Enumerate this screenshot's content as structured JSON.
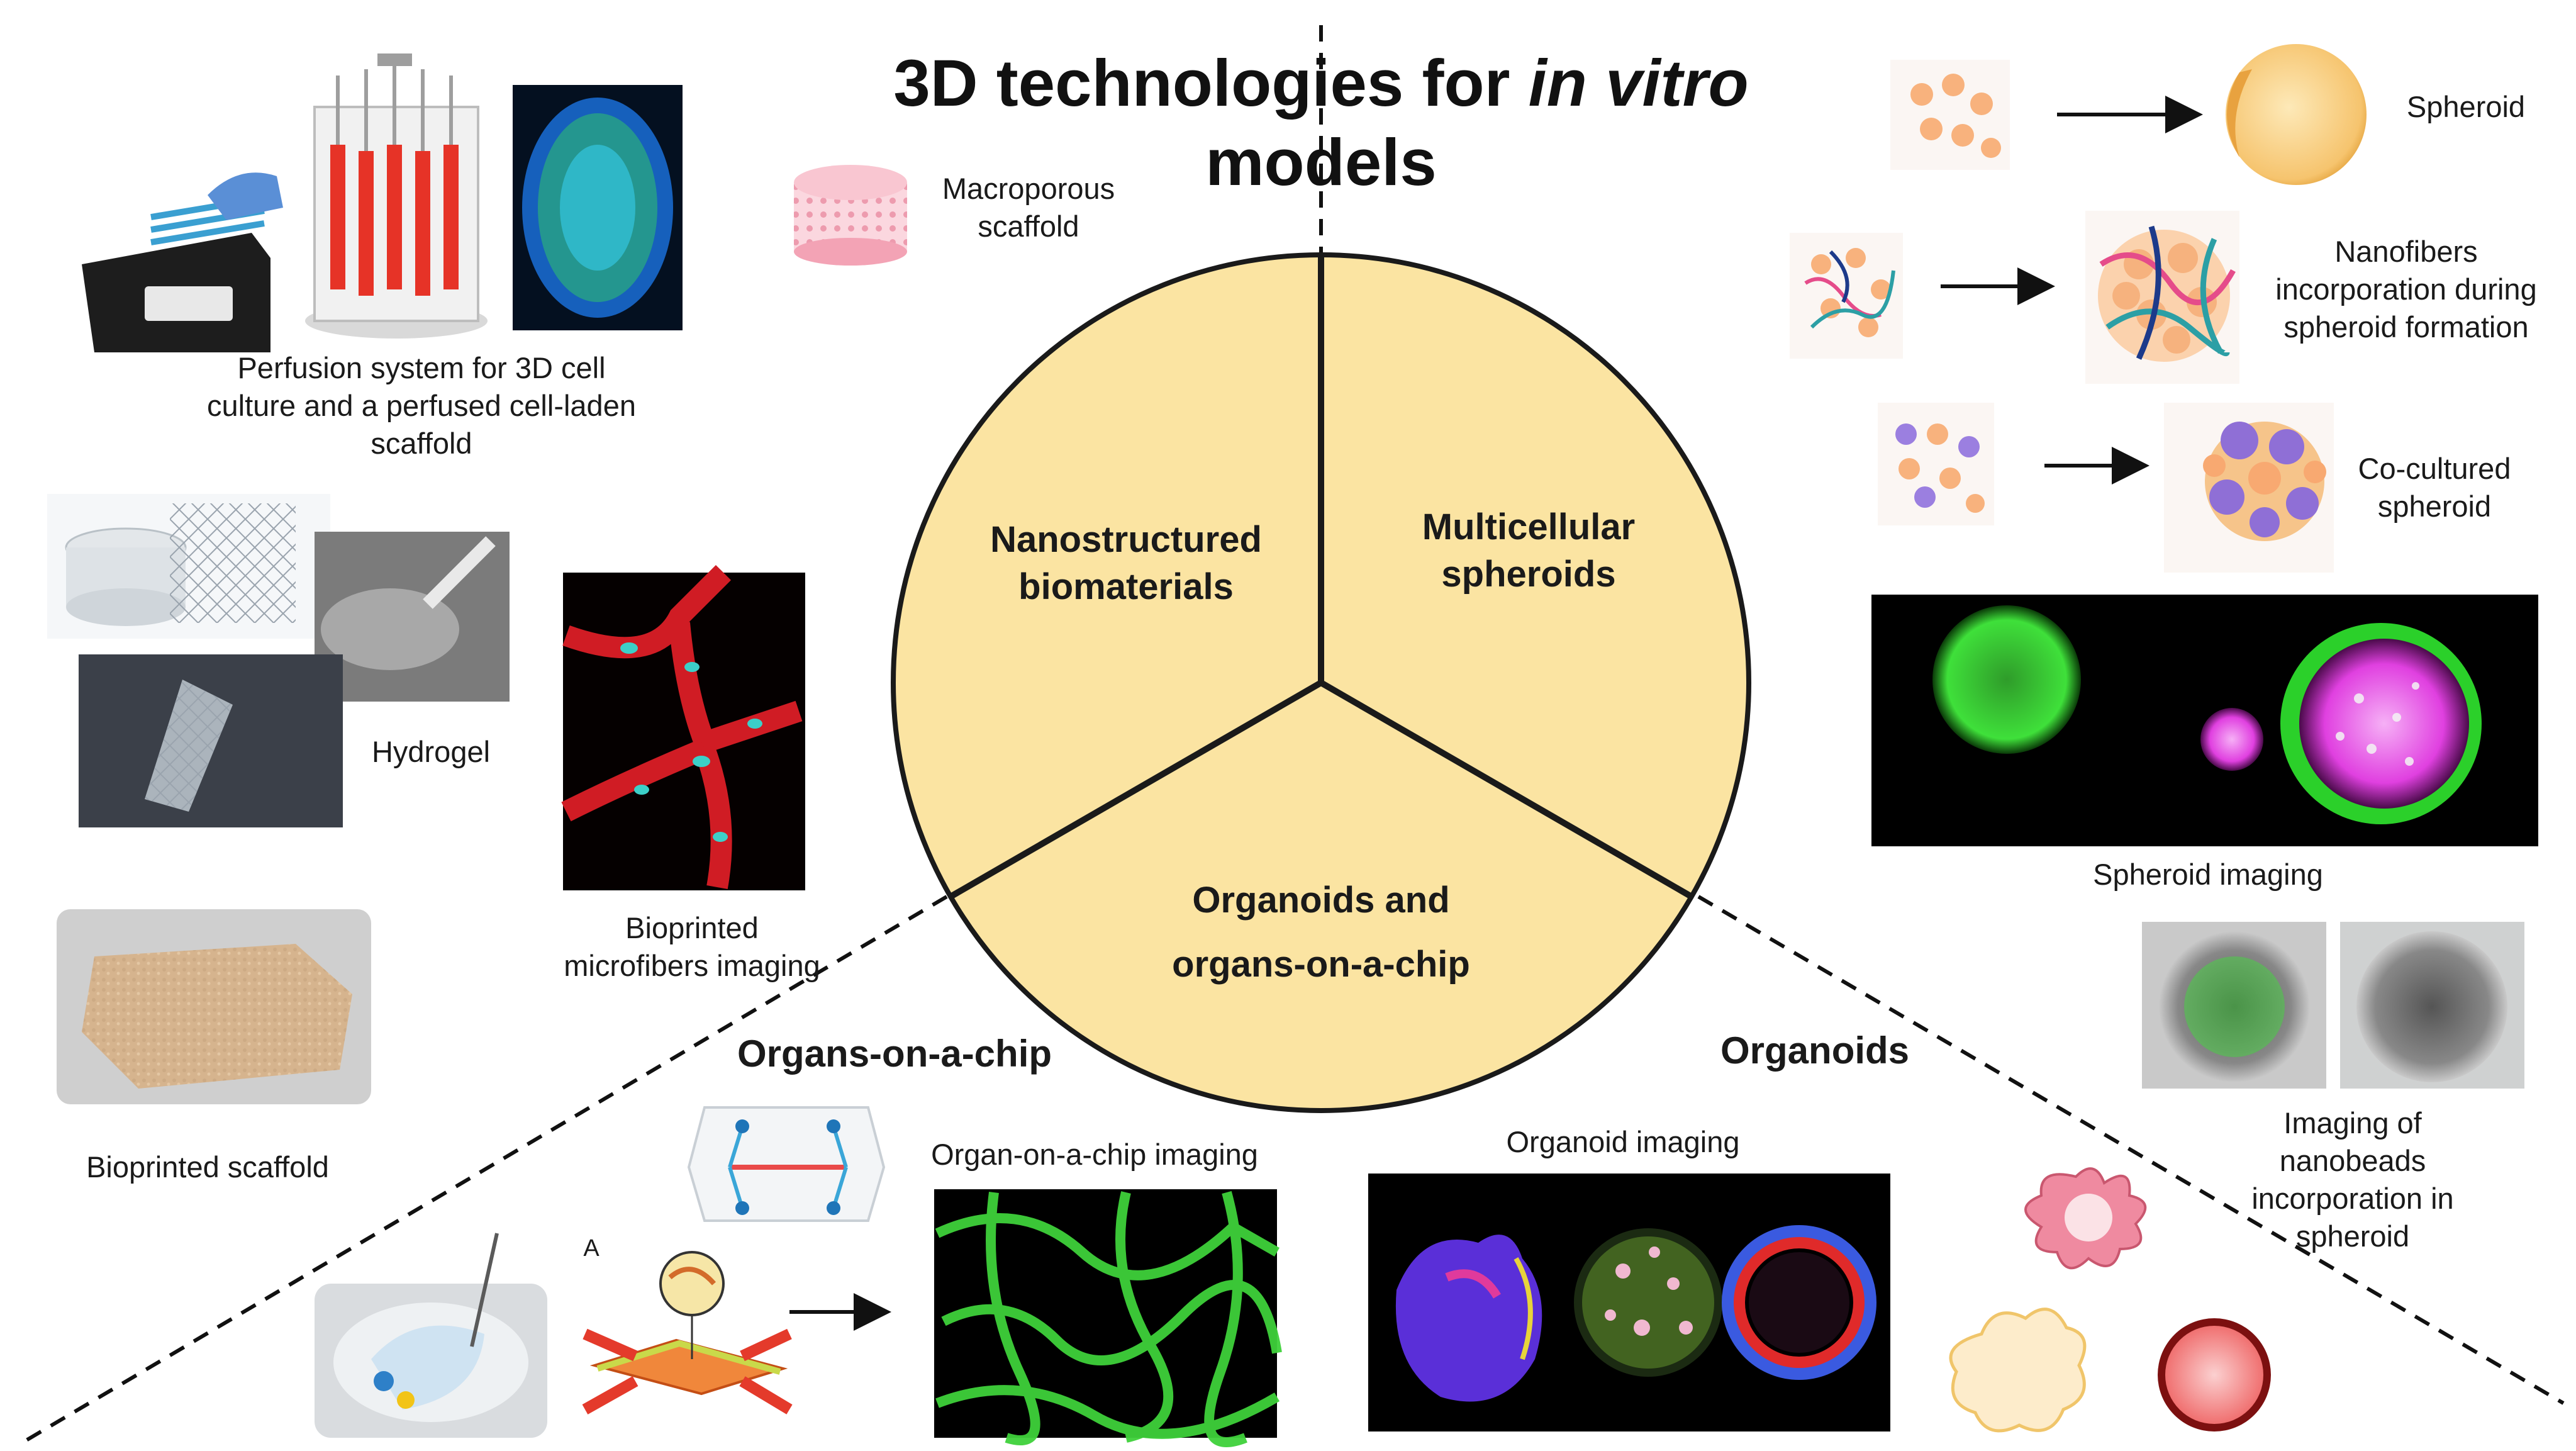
{
  "title": {
    "prefix": "3D technologies for ",
    "italic": "in vitro",
    "suffix": " models"
  },
  "segments": {
    "nano": "Nanostructured\nbiomaterials",
    "multi": "Multicellular\nspheroids",
    "organ": "Organoids and\norgans-on-a-chip"
  },
  "sections": {
    "organs_on_chip": "Organs-on-a-chip",
    "organoids": "Organoids"
  },
  "labels": {
    "macroporous": "Macroporous\nscaffold",
    "perfusion": "Perfusion system for 3D cell\nculture and a perfused cell-laden\nscaffold",
    "hydrogel": "Hydrogel",
    "bioprinted_microfibers": "Bioprinted\nmicrofibers imaging",
    "bioprinted_scaffold": "Bioprinted scaffold",
    "organ_chip_imaging": "Organ-on-a-chip imaging",
    "chip_panel_letter": "A",
    "organoid_imaging": "Organoid imaging",
    "spheroid": "Spheroid",
    "nanofibers": "Nanofibers\nincorporation during\nspheroid formation",
    "cocultured": "Co-cultured\nspheroid",
    "spheroid_imaging": "Spheroid imaging",
    "nanobeads": "Imaging of\nnanobeads\nincorporation in\nspheroid"
  },
  "colors": {
    "circle_fill": "#fbe4a2",
    "circle_stroke": "#1a1a1a",
    "cell_pink": "#f4a9a8",
    "cell_orange": "#f7c27a",
    "cell_purple": "#8a6fd1",
    "fluor_green": "#3fe03a",
    "fluor_magenta": "#e040e0"
  }
}
